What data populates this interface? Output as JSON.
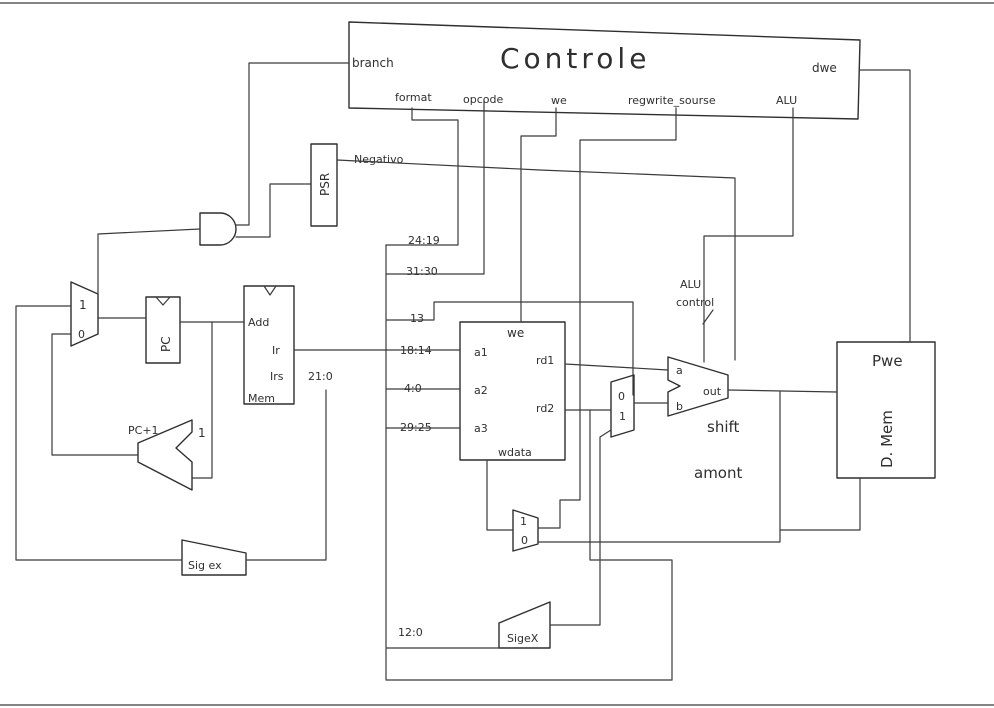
{
  "control": {
    "title": "Controle",
    "branch": "branch",
    "format": "format",
    "opcode": "opcode",
    "we": "we",
    "regwrite_source": "regwrite_sourse",
    "alu": "ALU",
    "dwe": "dwe"
  },
  "psr": {
    "label": "PSR",
    "negativo": "Negativo"
  },
  "pc": {
    "label": "PC"
  },
  "pcp1": {
    "label": "PC+1",
    "one": "1"
  },
  "mux_pc": {
    "in1": "1",
    "in0": "0"
  },
  "imem": {
    "add": "Add",
    "ir": "Ir",
    "irs": "Irs",
    "mem": "Mem"
  },
  "sigex_left": {
    "label": "Sig ex"
  },
  "sigex_bottom": {
    "label": "SigeX"
  },
  "fields": {
    "f2419": "24:19",
    "f3130": "31:30",
    "f13": "13",
    "f1814": "18:14",
    "f40": "4:0",
    "f2925": "29:25",
    "f210": "21:0",
    "f120": "12:0"
  },
  "regfile": {
    "we": "we",
    "a1": "a1",
    "a2": "a2",
    "a3": "a3",
    "rd1": "rd1",
    "rd2": "rd2",
    "wdata": "wdata"
  },
  "mux_alu_b": {
    "in0": "0",
    "in1": "1"
  },
  "mux_wb": {
    "in1": "1",
    "in0": "0"
  },
  "alu": {
    "a": "a",
    "b": "b",
    "out": "out",
    "control": "ALU\ncontrol"
  },
  "shift": {
    "line1": "shift",
    "line2": "amont"
  },
  "dmem": {
    "pwe": "Pwe",
    "label": "D. Mem"
  }
}
